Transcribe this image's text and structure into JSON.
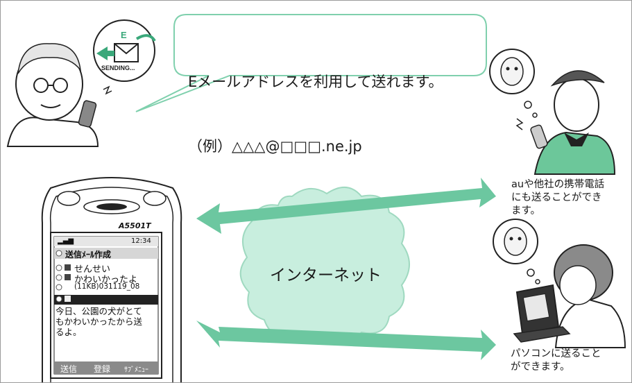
{
  "bubble": {
    "line1": "Eメールアドレスを利用して送れます。",
    "line2": "（例）△△△@□□□.ne.jp"
  },
  "envelope": {
    "letter": "E",
    "sending": "SENDING..."
  },
  "cloud": {
    "label": "インターネット"
  },
  "captions": {
    "mobile": [
      "auや他社の携帯電話",
      "にも送ることができ",
      "ます。"
    ],
    "pc": [
      "パソコンに送ること",
      "ができます。"
    ]
  },
  "phone": {
    "model": "A5501T",
    "status_time": "12:34",
    "title": "送信ﾒｰﾙ作成",
    "to": "せんせい",
    "subject": "かわいかったよ",
    "attachment": "(11KB)031119_08",
    "body": [
      "今日、公園の犬がとて",
      "もかわいかったから送",
      "るよ。"
    ],
    "softkeys": [
      "送信",
      "登録",
      "ｻﾌﾞﾒﾆｭｰ"
    ]
  },
  "colors": {
    "arrow": "#6cc7a0",
    "cloud": "#c8eede",
    "accent": "#3aa87a"
  }
}
